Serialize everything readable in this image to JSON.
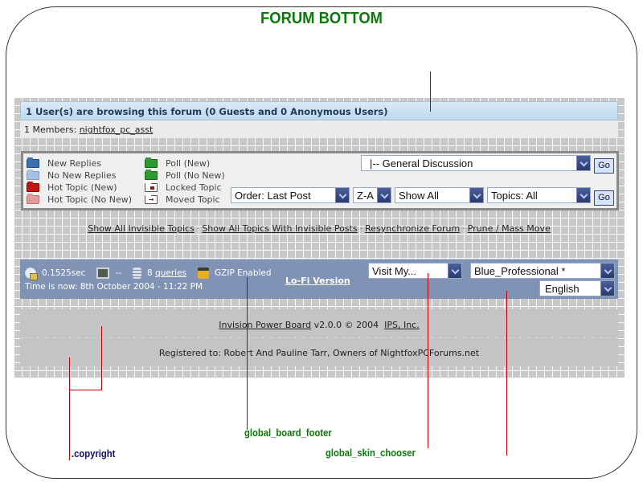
{
  "page_title": "FORUM BOTTOM",
  "active_users": {
    "title": "1 User(s) are browsing this forum (0 Guests and 0 Anonymous Users)",
    "members_label": "1 Members:",
    "members": [
      "nightfox_pc_asst"
    ]
  },
  "legend": {
    "column1": [
      {
        "icon": "folder-new-replies-icon",
        "label": "New Replies"
      },
      {
        "icon": "folder-no-new-replies-icon",
        "label": "No New Replies"
      },
      {
        "icon": "folder-hot-topic-new-icon",
        "label": "Hot Topic (New)"
      },
      {
        "icon": "folder-hot-topic-no-new-icon",
        "label": "Hot Topic (No New)"
      }
    ],
    "column2": [
      {
        "icon": "folder-poll-new-icon",
        "label": "Poll (New)"
      },
      {
        "icon": "folder-poll-no-new-icon",
        "label": "Poll (No New)"
      },
      {
        "icon": "folder-locked-topic-icon",
        "label": "Locked Topic"
      },
      {
        "icon": "folder-moved-topic-icon",
        "label": "Moved Topic"
      }
    ]
  },
  "forum_jump": {
    "selected": "|-- General Discussion",
    "go_label": "Go"
  },
  "sort_controls": {
    "order": "Order: Last Post",
    "direction": "Z-A",
    "show": "Show All",
    "topics": "Topics: All",
    "go_label": "Go"
  },
  "mod_links": [
    "Show All Invisible Topics",
    "Show All Topics With Invisible Posts",
    "Resynchronize Forum",
    "Prune / Mass Move"
  ],
  "mod_links_separator": "·",
  "footer_stats": {
    "exec_time": "0.1525sec",
    "server_load": "--",
    "query_count": "8",
    "queries_label": "queries",
    "gzip": "GZIP Enabled",
    "time_now": "Time is now: 8th October 2004 - 11:22 PM",
    "lofi_label": "Lo-Fi Version"
  },
  "quick_nav": {
    "selected": "Visit My..."
  },
  "skin_chooser": {
    "selected": "Blue_Professional *"
  },
  "language_chooser": {
    "selected": "English"
  },
  "copyright": {
    "product_link": "Invision Power Board",
    "version_text": "v2.0.0 © 2004",
    "company_link": "IPS, Inc.",
    "registered": "Registered to: Robert And Pauline Tarr, Owners of NightfoxPCForums.net"
  },
  "annotations": {
    "copyright": ".copyright",
    "board_footer": "global_board_footer",
    "skin_chooser": "global_skin_chooser"
  },
  "colors": {
    "title_green": "#0a7a0a",
    "annotation_line": "#c00000",
    "footer_bar": "#8193b4",
    "browsing_bar": "#c8dff0"
  }
}
